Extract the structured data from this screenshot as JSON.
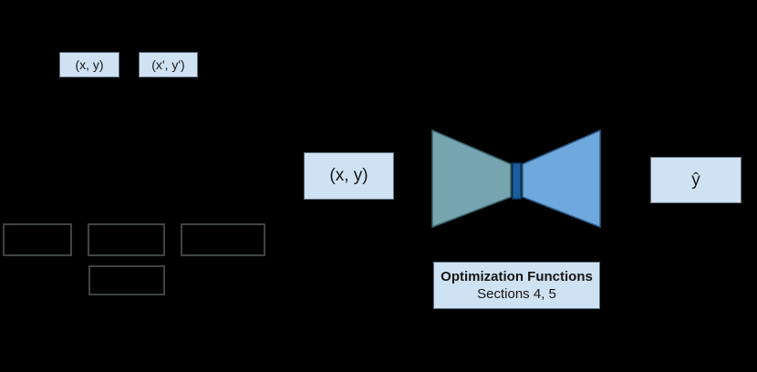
{
  "figure": {
    "background": "#000000",
    "top_pair_boxes": [
      {
        "label": "(x, y)"
      },
      {
        "label": "(x', y')"
      }
    ],
    "input_box": {
      "label": "(x, y)"
    },
    "prediction_box": {
      "label": "ŷ"
    },
    "optimization_box": {
      "title": "Optimization Functions",
      "subtitle": "Sections 4, 5"
    },
    "network": {
      "encoder_fill": "#76a5af",
      "encoder_stroke": "#3c6670",
      "bottleneck_fill": "#1b5e9e",
      "bottleneck_stroke": "#0a3a60",
      "decoder_fill": "#6fa8dc",
      "decoder_stroke": "#2f5d8c"
    },
    "styles": {
      "label_box_fill": "#cfe2f3",
      "label_box_border": "#5d6f7c",
      "label_text_color": "#161616",
      "outline_box_border": "#3f4345"
    },
    "outline_boxes": {
      "count": 4
    }
  }
}
